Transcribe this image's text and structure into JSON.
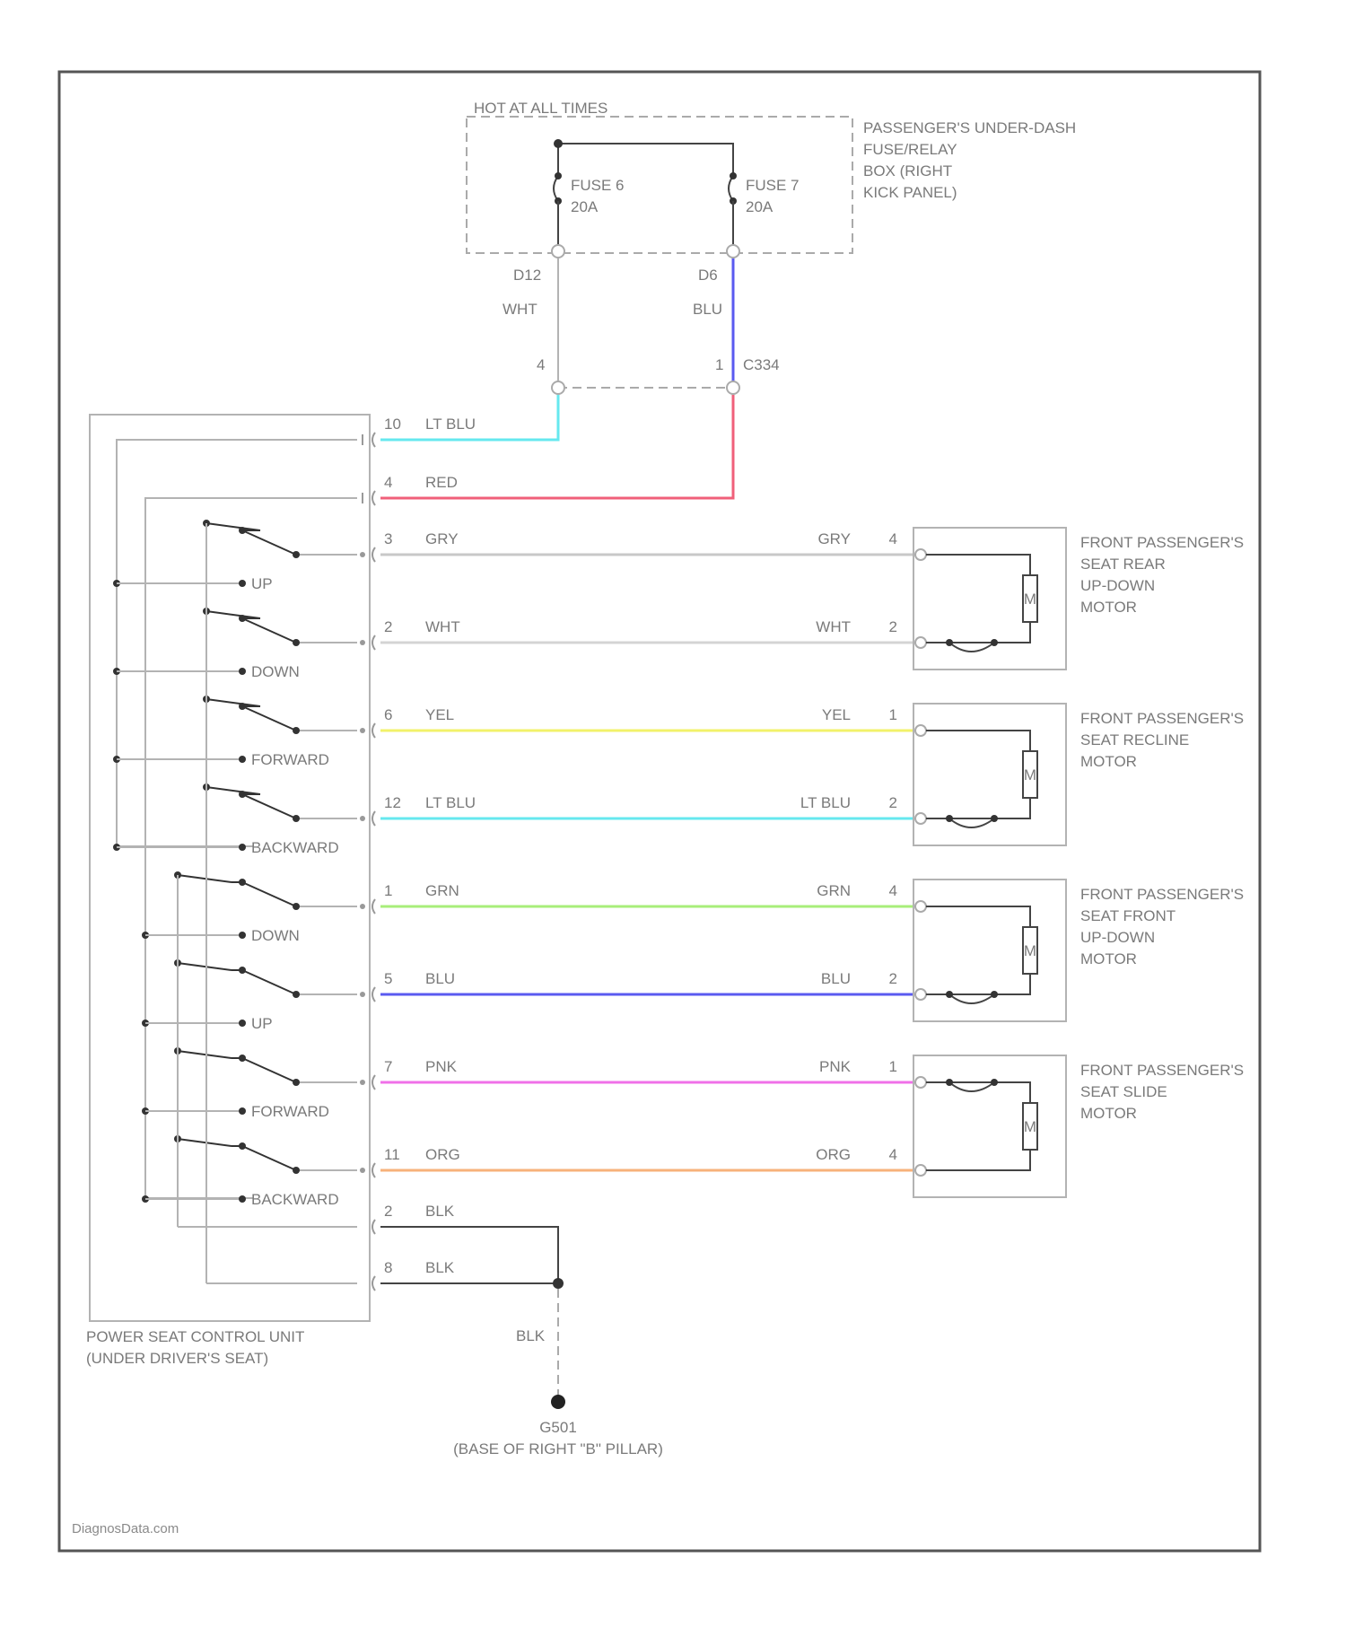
{
  "fuse_box": {
    "title": "HOT AT ALL TIMES",
    "label": [
      "PASSENGER'S UNDER-DASH",
      "FUSE/RELAY",
      "BOX (RIGHT",
      "KICK PANEL)"
    ],
    "fuse_a": [
      "FUSE 6",
      "20A"
    ],
    "fuse_b": [
      "FUSE 7",
      "20A"
    ],
    "conn_a": "D12",
    "conn_b": "D6",
    "wire_a": "WHT",
    "wire_b": "BLU",
    "pin_a": "4",
    "pin_b": "1",
    "conn_c": "C334"
  },
  "control_unit": {
    "label": [
      "POWER SEAT CONTROL UNIT",
      "(UNDER DRIVER'S SEAT)"
    ],
    "pwr_wires": [
      {
        "pin": "10",
        "color_label": "LT BLU",
        "color": "#66e8ef"
      },
      {
        "pin": "4",
        "color_label": "RED",
        "color": "#f0607a"
      }
    ],
    "switch_labels": [
      "UP",
      "DOWN",
      "FORWARD",
      "BACKWARD",
      "DOWN",
      "UP",
      "FORWARD",
      "BACKWARD"
    ],
    "ground_wires": [
      {
        "pin": "2",
        "color_label": "BLK"
      },
      {
        "pin": "8",
        "color_label": "BLK"
      }
    ]
  },
  "motor_wires": [
    {
      "pin": "3",
      "color_label": "GRY",
      "far_label": "GRY",
      "far_pin": "4",
      "color": "#c8c8c8"
    },
    {
      "pin": "2",
      "color_label": "WHT",
      "far_label": "WHT",
      "far_pin": "2",
      "color": "#d4d4d4"
    },
    {
      "pin": "6",
      "color_label": "YEL",
      "far_label": "YEL",
      "far_pin": "1",
      "color": "#f2f26a"
    },
    {
      "pin": "12",
      "color_label": "LT BLU",
      "far_label": "LT BLU",
      "far_pin": "2",
      "color": "#66e8ef"
    },
    {
      "pin": "1",
      "color_label": "GRN",
      "far_label": "GRN",
      "far_pin": "4",
      "color": "#a8ee7a"
    },
    {
      "pin": "5",
      "color_label": "BLU",
      "far_label": "BLU",
      "far_pin": "2",
      "color": "#5a5af0"
    },
    {
      "pin": "7",
      "color_label": "PNK",
      "far_label": "PNK",
      "far_pin": "1",
      "color": "#f070e8"
    },
    {
      "pin": "11",
      "color_label": "ORG",
      "far_label": "ORG",
      "far_pin": "4",
      "color": "#f7b27a"
    }
  ],
  "motors": [
    {
      "label": [
        "FRONT PASSENGER'S",
        "SEAT REAR",
        "UP-DOWN",
        "MOTOR"
      ]
    },
    {
      "label": [
        "FRONT PASSENGER'S",
        "SEAT RECLINE",
        "MOTOR"
      ]
    },
    {
      "label": [
        "FRONT PASSENGER'S",
        "SEAT FRONT",
        "UP-DOWN",
        "MOTOR"
      ]
    },
    {
      "label": [
        "FRONT PASSENGER'S",
        "SEAT SLIDE",
        "MOTOR"
      ]
    }
  ],
  "motor_symbol": "M",
  "ground": {
    "wire": "BLK",
    "id": "G501",
    "location": "(BASE OF RIGHT \"B\" PILLAR)"
  },
  "watermark": "DiagnosData.com"
}
